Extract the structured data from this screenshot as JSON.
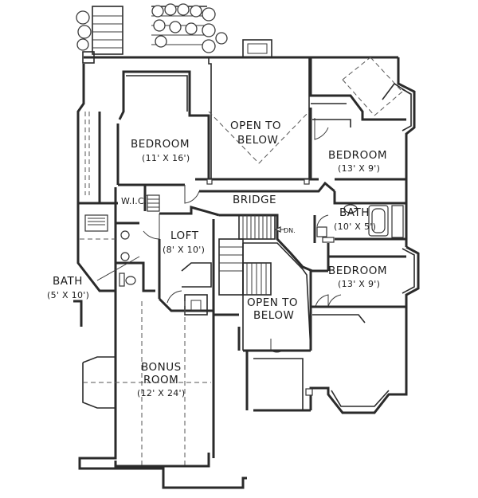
{
  "rooms": {
    "bedroom_left": {
      "name": "BEDROOM",
      "size": "(11' X 16')"
    },
    "open_top": {
      "line1": "OPEN TO",
      "line2": "BELOW"
    },
    "bedroom_right1": {
      "name": "BEDROOM",
      "size": "(13' X 9')"
    },
    "wic": {
      "name": "W.I.C."
    },
    "bridge": {
      "name": "BRIDGE"
    },
    "bath_right": {
      "name": "BATH",
      "size": "(10' X 5')"
    },
    "loft": {
      "name": "LOFT",
      "size": "(8' X 10')"
    },
    "stair_dn": {
      "name": "DN."
    },
    "bedroom_right2": {
      "name": "BEDROOM",
      "size": "(13' X 9')"
    },
    "bath_left": {
      "name": "BATH",
      "size": "(5' X 10')"
    },
    "open_mid": {
      "line1": "OPEN TO",
      "line2": "BELOW"
    },
    "bonus": {
      "line1": "BONUS",
      "line2": "ROOM",
      "size": "(12' X 24')"
    }
  }
}
